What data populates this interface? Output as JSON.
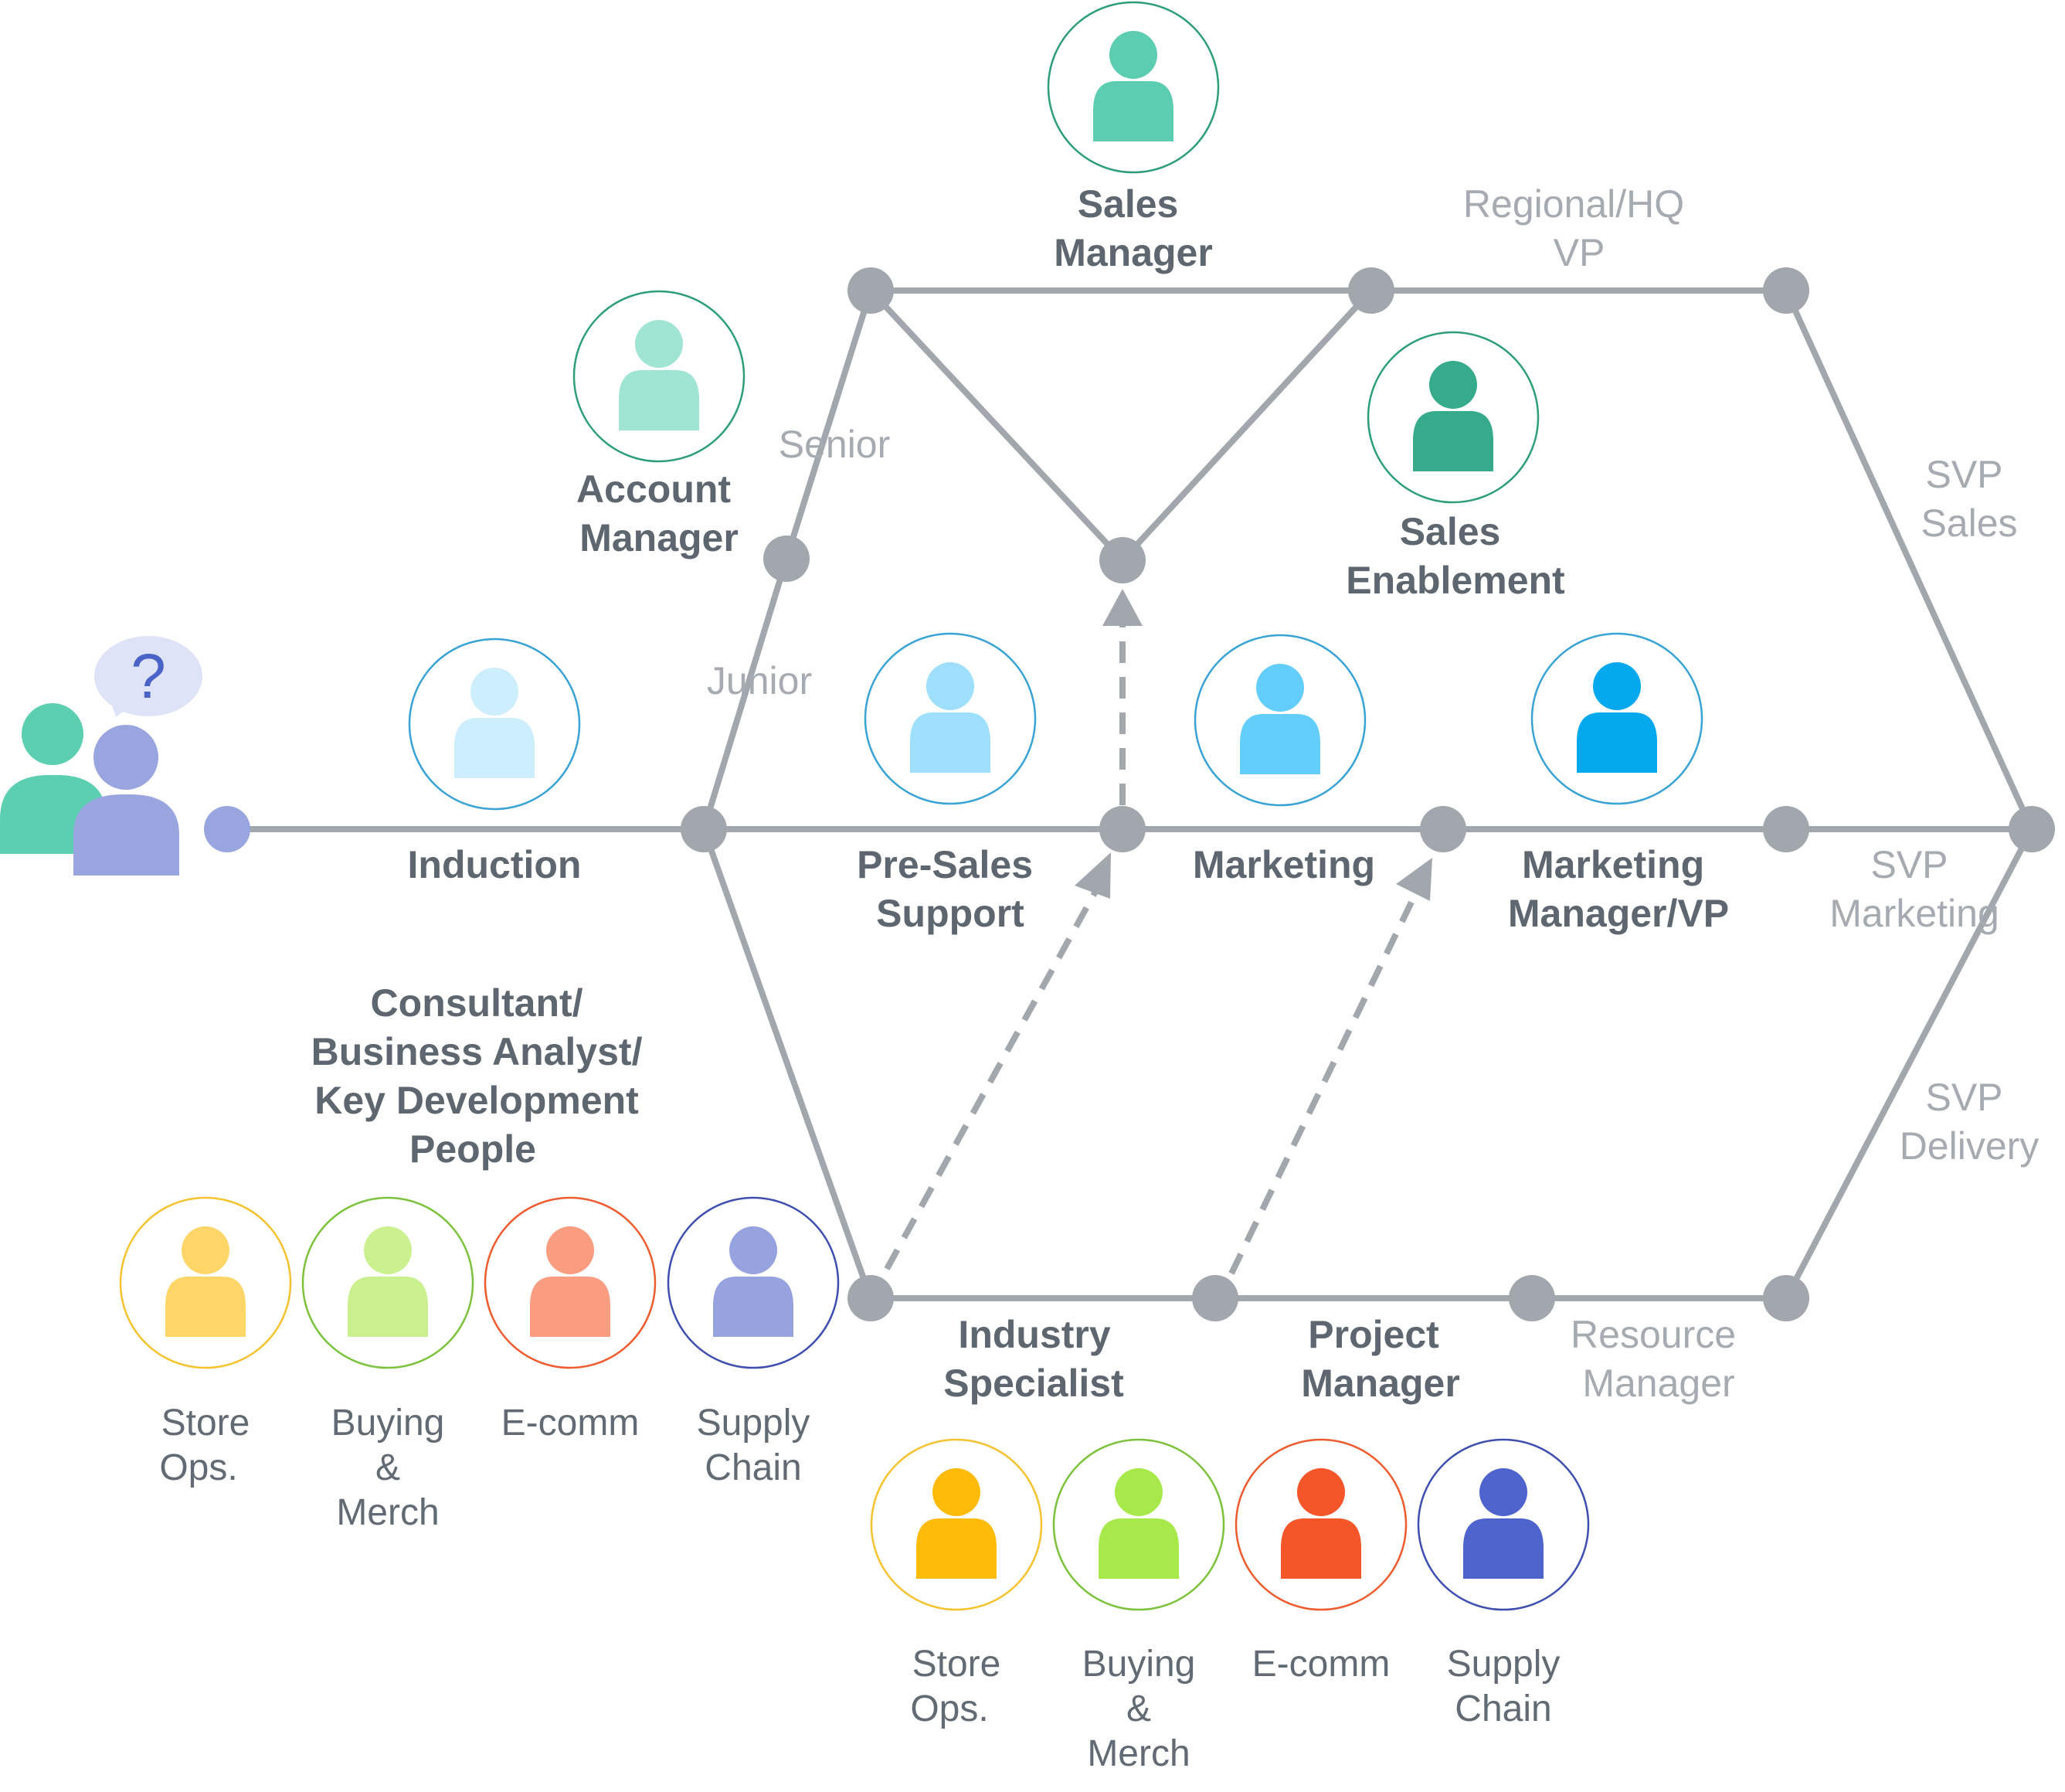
{
  "colors": {
    "line": "#a2a7ad",
    "node": "#a2a7ad",
    "arrow": "#a2a7ad",
    "role_text": "#5e6670",
    "muted_text": "#a6abb1",
    "start_node": "#98a5df",
    "bubble": "#dfe3f7",
    "question_mark": "#4a63c6",
    "person_green": "#5bcfb0",
    "person_purple": "#98a5df"
  },
  "start": {
    "bubble_text": "?",
    "icon": "person-with-question-icon"
  },
  "roles": {
    "sales_manager": {
      "lines": [
        "Sales",
        "Manager"
      ],
      "icon": "person-icon",
      "color": "#5ccdb1",
      "ring": "#2e9e7a"
    },
    "account_manager": {
      "lines": [
        "Account",
        "Manager"
      ],
      "icon": "person-icon",
      "color": "#a0e4d3",
      "ring": "#2e9e7a"
    },
    "sales_enablement": {
      "lines": [
        "Sales",
        "Enablement"
      ],
      "icon": "person-icon",
      "color": "#35ab8b",
      "ring": "#2e9e7a"
    },
    "induction": {
      "lines": [
        "Induction"
      ],
      "icon": "person-icon",
      "color": "#cdeefd",
      "ring": "#3aa3d6"
    },
    "pre_sales_support": {
      "lines": [
        "Pre-Sales",
        "Support"
      ],
      "icon": "person-icon",
      "color": "#9ddffd",
      "ring": "#3aa3d6"
    },
    "marketing": {
      "lines": [
        "Marketing"
      ],
      "icon": "person-icon",
      "color": "#63cdfb",
      "ring": "#3aa3d6"
    },
    "marketing_manager_vp": {
      "lines": [
        "Marketing",
        "Manager/VP"
      ],
      "icon": "person-icon",
      "color": "#03a8ed",
      "ring": "#3aa3d6"
    },
    "consultant": {
      "lines": [
        "Consultant/",
        "Business Analyst/",
        "Key Development",
        "People"
      ]
    },
    "industry_specialist": {
      "lines": [
        "Industry",
        "Specialist"
      ]
    },
    "project_manager": {
      "lines": [
        "Project",
        "Manager"
      ]
    }
  },
  "levels": {
    "senior": "Senior",
    "junior": "Junior",
    "regional_hq_vp": [
      "Regional/HQ",
      "VP"
    ],
    "svp_sales": [
      "SVP",
      "Sales"
    ],
    "svp_marketing": [
      "SVP",
      "Marketing"
    ],
    "svp_delivery": [
      "SVP",
      "Delivery"
    ],
    "resource_manager": [
      "Resource",
      "Manager"
    ]
  },
  "consultant_specialisms": [
    {
      "key": "store_ops",
      "lines": [
        "Store",
        "Ops."
      ],
      "color": "#fed668",
      "ring": "#f5c230"
    },
    {
      "key": "buying_merch",
      "lines": [
        "Buying",
        "&",
        "Merch"
      ],
      "color": "#cbf08f",
      "ring": "#7cc23c"
    },
    {
      "key": "ecomm",
      "lines": [
        "E-comm"
      ],
      "color": "#f99c80",
      "ring": "#ee5b2e"
    },
    {
      "key": "supply_chain",
      "lines": [
        "Supply",
        "Chain"
      ],
      "color": "#97a3df",
      "ring": "#3e4fb0"
    }
  ],
  "specialist_specialisms": [
    {
      "key": "store_ops",
      "lines": [
        "Store",
        "Ops."
      ],
      "color": "#ffbb09",
      "ring": "#f5c230"
    },
    {
      "key": "buying_merch",
      "lines": [
        "Buying",
        "&",
        "Merch"
      ],
      "color": "#a7e84a",
      "ring": "#7cc23c"
    },
    {
      "key": "ecomm",
      "lines": [
        "E-comm"
      ],
      "color": "#f45529",
      "ring": "#ee5b2e"
    },
    {
      "key": "supply_chain",
      "lines": [
        "Supply",
        "Chain"
      ],
      "color": "#4e64cc",
      "ring": "#3e4fb0"
    }
  ]
}
